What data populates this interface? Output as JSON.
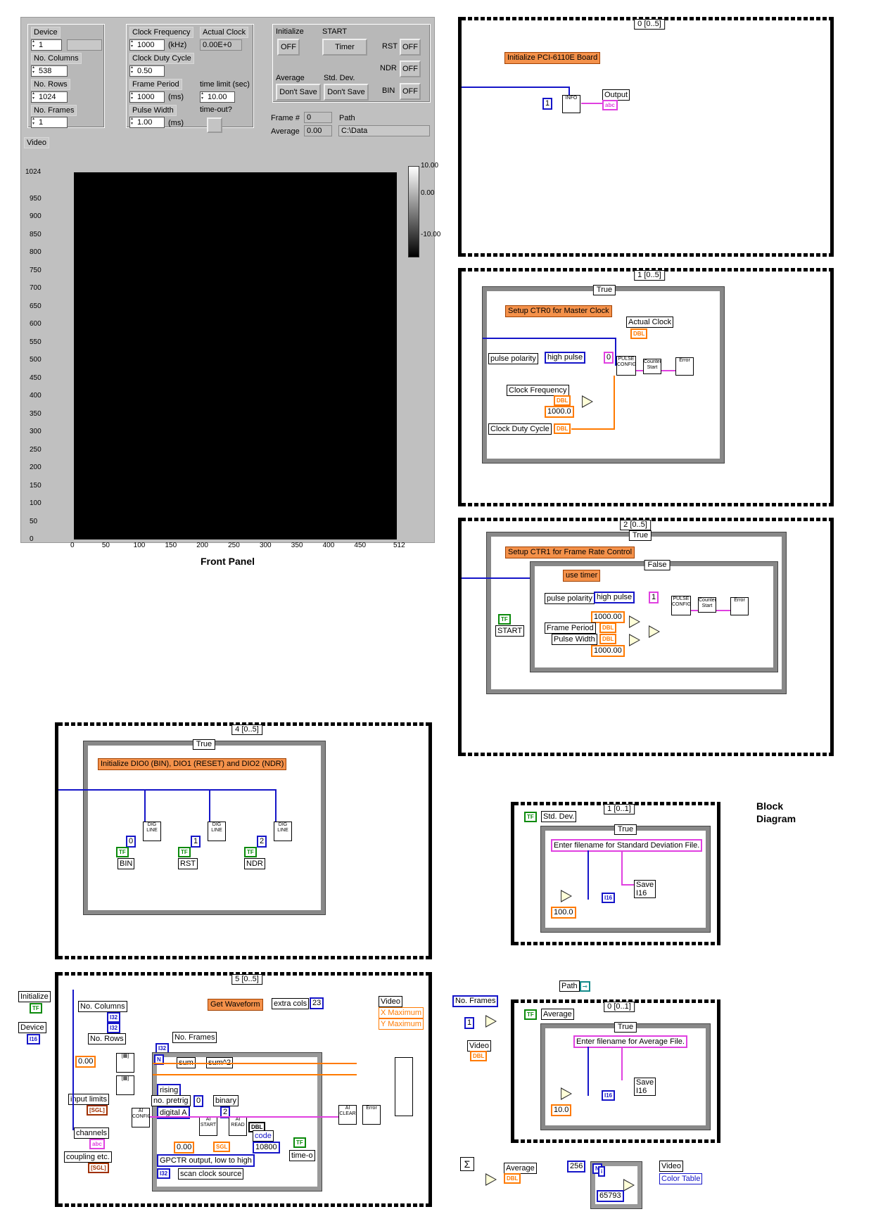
{
  "front_panel": {
    "caption": "Front Panel",
    "device": {
      "label": "Device",
      "value": "1"
    },
    "no_columns": {
      "label": "No. Columns",
      "value": "538"
    },
    "no_rows": {
      "label": "No. Rows",
      "value": "1024"
    },
    "no_frames": {
      "label": "No. Frames",
      "value": "1"
    },
    "clock_frequency": {
      "label": "Clock Frequency",
      "value": "1000",
      "unit": "(kHz)"
    },
    "actual_clock": {
      "label": "Actual Clock",
      "value": "0.00E+0"
    },
    "clock_duty_cycle": {
      "label": "Clock Duty Cycle",
      "value": "0.50"
    },
    "frame_period": {
      "label": "Frame Period",
      "value": "1000",
      "unit": "(ms)"
    },
    "pulse_width": {
      "label": "Pulse Width",
      "value": "1.00",
      "unit": "(ms)"
    },
    "time_limit": {
      "label": "time limit (sec)",
      "value": "10.00"
    },
    "time_out": {
      "label": "time-out?"
    },
    "initialize": {
      "label": "Initialize",
      "value": "OFF"
    },
    "start": {
      "label": "START",
      "value": "Timer"
    },
    "rst": {
      "label": "RST",
      "value": "OFF"
    },
    "ndr": {
      "label": "NDR",
      "value": "OFF"
    },
    "bin": {
      "label": "BIN",
      "value": "OFF"
    },
    "average": {
      "label": "Average",
      "value": "Don't Save"
    },
    "std_dev": {
      "label": "Std. Dev.",
      "value": "Don't Save"
    },
    "frame_num": {
      "label": "Frame #",
      "value": "0"
    },
    "average_val": {
      "label": "Average",
      "value": "0.00"
    },
    "path": {
      "label": "Path",
      "value": "C:\\Data"
    },
    "video": {
      "label": "Video",
      "y_ticks": [
        "1024",
        "950",
        "900",
        "850",
        "800",
        "750",
        "700",
        "650",
        "600",
        "550",
        "500",
        "450",
        "400",
        "350",
        "300",
        "250",
        "200",
        "150",
        "100",
        "50",
        "0"
      ],
      "x_ticks": [
        "0",
        "50",
        "100",
        "150",
        "200",
        "250",
        "300",
        "350",
        "400",
        "450",
        "512"
      ],
      "scale": [
        "10.00",
        "0.00",
        "-10.00"
      ]
    }
  },
  "block_diagram": {
    "caption": "Block\nDiagram",
    "seq0": {
      "selector": "0 [0..5]",
      "comment": "Initialize PCI-6110E Board",
      "const": "1",
      "vi": "INFO",
      "output": "Output",
      "term": "abc"
    },
    "seq1": {
      "selector": "1 [0..5]",
      "case": "True",
      "comment": "Setup CTR0 for Master Clock",
      "actual_clock": "Actual Clock",
      "pulse_polarity": "pulse polarity",
      "high_pulse": "high pulse",
      "zero": "0",
      "clock_frequency": "Clock Frequency",
      "k1000": "1000.0",
      "clock_duty_cycle": "Clock Duty Cycle",
      "vi_pulse": "PULSE\nCONFIG",
      "vi_counter": "Counter\nStart",
      "vi_error": "Error"
    },
    "seq2": {
      "selector": "2 [0..5]",
      "case_outer": "True",
      "comment": "Setup CTR1 for Frame Rate Control",
      "case_inner": "False",
      "use_timer": "use timer",
      "pulse_polarity": "pulse polarity",
      "high_pulse": "high pulse",
      "one": "1",
      "start": "START",
      "k1000a": "1000.00",
      "frame_period": "Frame Period",
      "pulse_width": "Pulse Width",
      "k1000b": "1000.00",
      "vi_pulse": "PULSE\nCONFIG",
      "vi_counter": "Counter\nStart",
      "vi_error": "Error"
    },
    "seq4": {
      "selector": "4 [0..5]",
      "case": "True",
      "comment": "Initialize DIO0 (BIN), DIO1 (RESET) and DIO2 (NDR)",
      "c0": "0",
      "c1": "1",
      "c2": "2",
      "bin": "BIN",
      "rst": "RST",
      "ndr": "NDR",
      "vi": "DIG\nLINE"
    },
    "seq_std": {
      "selector": "1 [0..1]",
      "case": "True",
      "std_dev": "Std. Dev.",
      "prompt": "Enter filename for Standard Deviation File.",
      "save": "Save\nI16",
      "k100": "100.0",
      "i16": "I16"
    },
    "seq_avg": {
      "selector": "0 [0..1]",
      "case": "True",
      "average": "Average",
      "prompt": "Enter filename for Average File.",
      "save": "Save\nI16",
      "k10": "10.0",
      "i16": "I16",
      "path": "Path",
      "no_frames": "No. Frames",
      "one": "1",
      "video": "Video"
    },
    "seq5": {
      "selector": "5 [0..5]",
      "comment": "Get Waveform",
      "initialize": "Initialize",
      "device": "Device",
      "no_columns": "No. Columns",
      "no_rows": "No. Rows",
      "no_frames": "No. Frames",
      "extra_cols": "extra cols",
      "k23": "23",
      "video": "Video",
      "x_max": "X Maximum",
      "y_max": "Y Maximum",
      "k000": "0.00",
      "sum": "sum",
      "sum2": "sum^2",
      "rising": "rising",
      "no_pretrig": "no. pretrig",
      "zero": "0",
      "digital_a": "digital A",
      "binary": "binary",
      "k2": "2",
      "input_limits": "input limits",
      "channels": "channels",
      "coupling": "coupling etc.",
      "k000b": "0.00",
      "code": "code",
      "k10800": "10800",
      "time_o": "time-o",
      "gpctr": "GPCTR output, low to high",
      "scan_clock": "scan clock source",
      "average": "Average",
      "vi_config": "AI\nCONFIG",
      "vi_start": "AI\nSTART",
      "vi_read": "AI\nREAD",
      "vi_clear": "AI\nCLEAR",
      "vi_error": "Error"
    },
    "color": {
      "k256": "256",
      "k65793": "65793",
      "video": "Video",
      "color_table": "Color Table"
    }
  }
}
